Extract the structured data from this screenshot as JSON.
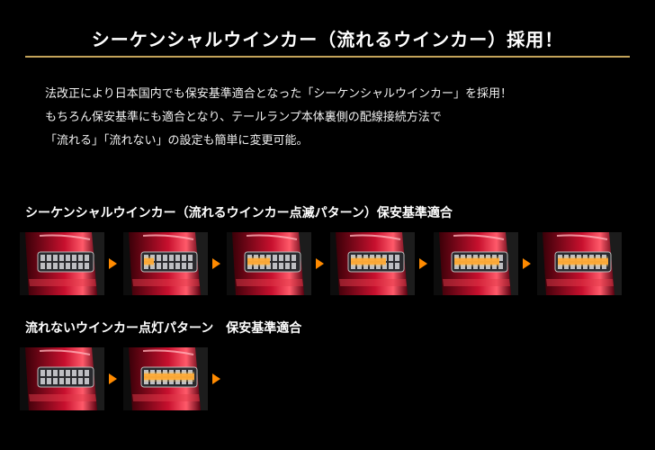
{
  "header": {
    "title": "シーケンシャルウインカー（流れるウインカー）採用！"
  },
  "intro": {
    "lines": [
      "法改正により日本国内でも保安基準適合となった「シーケンシャルウインカー」を採用！",
      "もちろん保安基準にも適合となり、テールランプ本体裏側の配線接続方法で",
      "「流れる」「流れない」の設定も簡単に変更可能。"
    ]
  },
  "sections": [
    {
      "heading": "シーケンシャルウインカー（流れるウインカー点滅パターン）保安基準適合",
      "frames": [
        0,
        0.2,
        0.45,
        0.7,
        0.9,
        1
      ]
    },
    {
      "heading": "流れないウインカー点灯パターン　保安基準適合",
      "frames": [
        0,
        1
      ]
    }
  ],
  "colors": {
    "title_rule": "#c3a35a",
    "arrow": "#ff8a00",
    "lamp_red": "#c8102e",
    "lamp_amber": "#ff9a1e"
  },
  "icons": {
    "arrow": "triangle-right-icon"
  }
}
